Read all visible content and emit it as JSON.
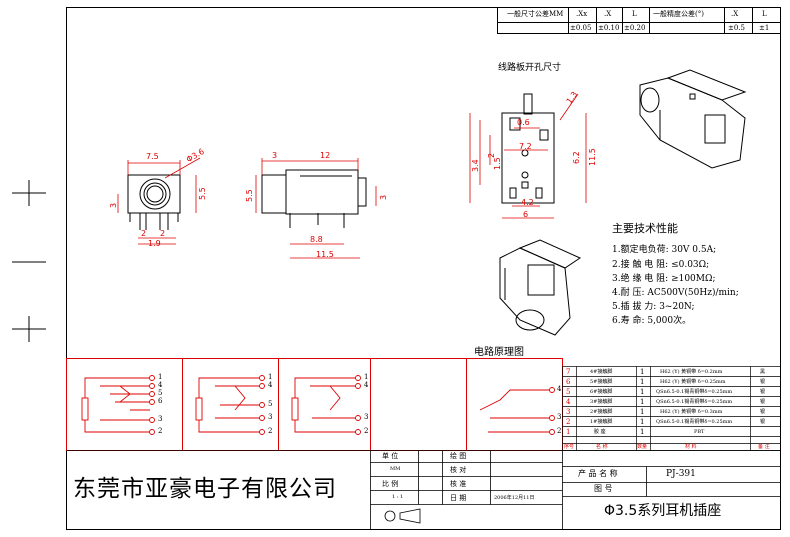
{
  "tol_table": {
    "general_dim_tol": "一般尺寸公差MM",
    "col_xx": ".Xx",
    "col_x": ".X",
    "col_l": "L",
    "val_xx": "±0.05",
    "val_x": "±0.10",
    "val_l": "±0.20",
    "general_angle_tol": "一般精度公差(°)",
    "ang_x": ".X",
    "ang_l": "L",
    "ang_val_x": "±0.5",
    "ang_val_l": "±1"
  },
  "pcb_title": "线路板开孔尺寸",
  "dims": {
    "d_7_5": "7.5",
    "d_phi36": "Φ3.6",
    "d_5_5a": "5.5",
    "d_3a": "3",
    "d_2a": "2",
    "d_2b": "2",
    "d_1_9": "1.9",
    "d_3b": "3",
    "d_12": "12",
    "d_5_5b": "5.5",
    "d_3c": "3",
    "d_8_8": "8.8",
    "d_11_5a": "11.5",
    "d_0_6": "0.6",
    "d_1_3": "1.3",
    "d_6_2": "6.2",
    "d_11_5b": "11.5",
    "d_7_2": "7.2",
    "d_3_4": "3.4",
    "d_2": "2",
    "d_1_5": "1.5",
    "d_4_2": "4.2",
    "d_6": "6"
  },
  "specs": {
    "heading": "主要技术性能",
    "s1": "1.额定电负荷:    30V 0.5A;",
    "s2": "2.接 触 电 阻: ≤0.03Ω;",
    "s3": "3.绝 缘 电 阻: ≥100MΩ;",
    "s4": "4.耐         压: AC500V(50Hz)/min;",
    "s5": "5.插    拔    力: 3~20N;",
    "s6": "6.寿         命: 5,000次。"
  },
  "circuit_title": "电路原理图",
  "circuits": [
    {
      "pins": [
        "1",
        "4",
        "5",
        "6",
        "3",
        "2"
      ]
    },
    {
      "pins": [
        "1",
        "4",
        "5",
        "3",
        "2"
      ]
    },
    {
      "pins": [
        "1",
        "4",
        "3",
        "2"
      ]
    },
    {
      "pins": [
        "4",
        "3",
        "2"
      ]
    }
  ],
  "bom": {
    "rows": [
      {
        "no": "7",
        "name": "4#接触脚",
        "qty": "1",
        "mat": "H62 (Y) 黄铜带 δ=0.2mm",
        "note": "黑"
      },
      {
        "no": "6",
        "name": "5#接触脚",
        "qty": "1",
        "mat": "H62 (Y) 黄铜带 δ=0.25mm",
        "note": "银"
      },
      {
        "no": "5",
        "name": "6#接触脚",
        "qty": "1",
        "mat": "QSn6.5-0.1锡青铜带δ=0.25mm",
        "note": "银"
      },
      {
        "no": "4",
        "name": "3#接触脚",
        "qty": "1",
        "mat": "QSn6.5-0.1锡青铜带δ=0.25mm",
        "note": "银"
      },
      {
        "no": "3",
        "name": "2#接触脚",
        "qty": "1",
        "mat": "H62 (Y) 黄铜带 δ=0.3mm",
        "note": "银"
      },
      {
        "no": "2",
        "name": "1#接触脚",
        "qty": "1",
        "mat": "QSn6.5-0.1锡青铜带δ=0.25mm",
        "note": "银"
      },
      {
        "no": "1",
        "name": "胶 座",
        "qty": "1",
        "mat": "PBT",
        "note": ""
      }
    ],
    "h_no": "序号",
    "h_name": "名 称",
    "h_qty": "数量",
    "h_mat": "材        料",
    "h_note": "备 注"
  },
  "title_block": {
    "company": "东莞市亚豪电子有限公司",
    "unit_label": "单    位",
    "drawn_label": "绘    图",
    "unit_value": "MM",
    "check_label": "核    对",
    "scale_label": "比    例",
    "approve_label": "核    准",
    "scale_value": "1 : 1",
    "date_label": "日    期",
    "date_value": "2006年12月11日",
    "product_label": "产 品 名 称",
    "product_value": "PJ-391",
    "drawing_no_label": "图    号",
    "product_desc": "Φ3.5系列耳机插座"
  }
}
